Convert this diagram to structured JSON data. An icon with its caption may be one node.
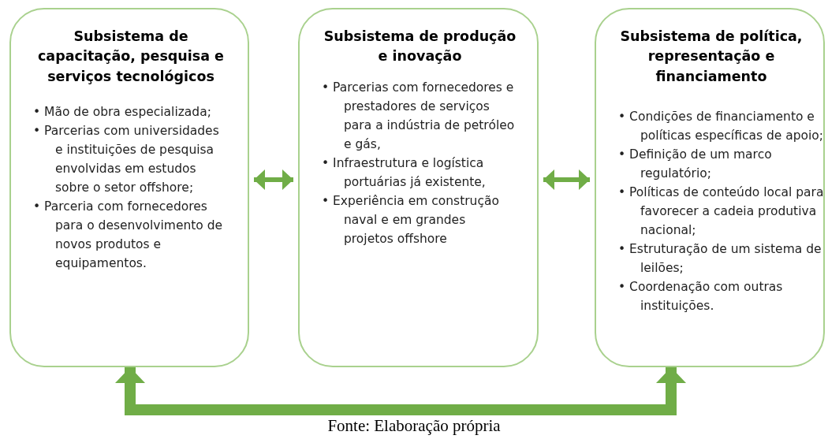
{
  "diagram": {
    "caption": "Fonte: Elaboração própria",
    "nodes": [
      {
        "text": [
          "Subsistema de capacitação, pesquisa e serviços tecnológicos",
          "• Mão de obra especializada;",
          "• Parcerias com universidades e instituições de pesquisa envolvidas em estudos sobre o setor offshore;",
          "• Parceria com fornecedores para o desenvolvimento de novos produtos e equipamentos."
        ]
      },
      {
        "text": [
          "Subsistema de produção e inovação",
          "• Parcerias com fornecedores e prestadores de serviços para a indústria de petróleo e gás,",
          "• Infraestrutura e logística portuárias já existente,",
          "• Experiência em construção naval e em grandes projetos offshore"
        ]
      },
      {
        "text": [
          "Subsistema de política, representação e financiamento",
          "• Condições de financiamento e políticas específicas de apoio;",
          "• Definição de um marco regulatório;",
          "• Políticas de conteúdo local para favorecer a cadeia produtiva nacional;",
          "• Estruturação de um sistema de leilões;",
          "• Coordenação com outras instituições."
        ]
      }
    ],
    "edges": [
      {
        "from": 0,
        "to": 1,
        "arrow": "both"
      },
      {
        "from": 1,
        "to": 2,
        "arrow": "both"
      },
      {
        "from": 0,
        "to": 2,
        "arrow": "both",
        "style": "thick"
      }
    ]
  }
}
